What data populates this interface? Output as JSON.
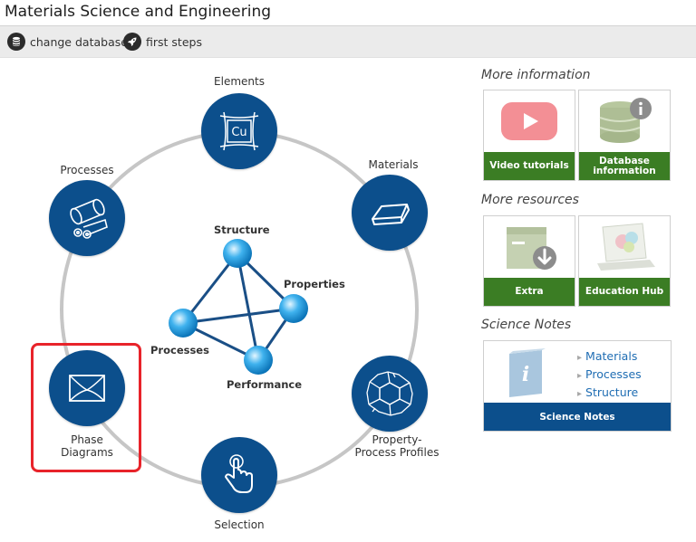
{
  "window": {
    "title": "Materials Science and Engineering"
  },
  "toolbar": {
    "change_database": {
      "label": "change database",
      "icon": "database-icon"
    },
    "first_steps": {
      "label": "first steps",
      "icon": "rocket-icon"
    }
  },
  "wheel": {
    "nodes": {
      "elements": {
        "label": "Elements",
        "icon_text": "Cu"
      },
      "materials": {
        "label": "Materials"
      },
      "profiles": {
        "label_line1": "Property-",
        "label_line2": "Process Profiles"
      },
      "selection": {
        "label": "Selection"
      },
      "phase": {
        "label_line1": "Phase",
        "label_line2": "Diagrams"
      },
      "processes": {
        "label": "Processes"
      }
    },
    "tetrahedron": {
      "structure": "Structure",
      "properties": "Properties",
      "processes": "Processes",
      "performance": "Performance"
    },
    "highlight_color": "#e8232a"
  },
  "sidebar": {
    "more_information": {
      "title": "More information",
      "tiles": [
        {
          "label": "Video tutorials",
          "icon": "video-play-icon"
        },
        {
          "label_line1": "Database",
          "label_line2": "information",
          "icon": "database-info-icon"
        }
      ]
    },
    "more_resources": {
      "title": "More resources",
      "tiles": [
        {
          "label": "Extra",
          "icon": "download-box-icon"
        },
        {
          "label": "Education Hub",
          "icon": "laptop-icon"
        }
      ]
    },
    "science_notes": {
      "title": "Science Notes",
      "links": [
        "Materials",
        "Processes",
        "Structure"
      ],
      "caption": "Science Notes",
      "icon": "info-book-icon"
    }
  },
  "colors": {
    "node_blue": "#0c4f8c",
    "tile_green": "#3b7d24",
    "link_blue": "#1f6db3"
  }
}
